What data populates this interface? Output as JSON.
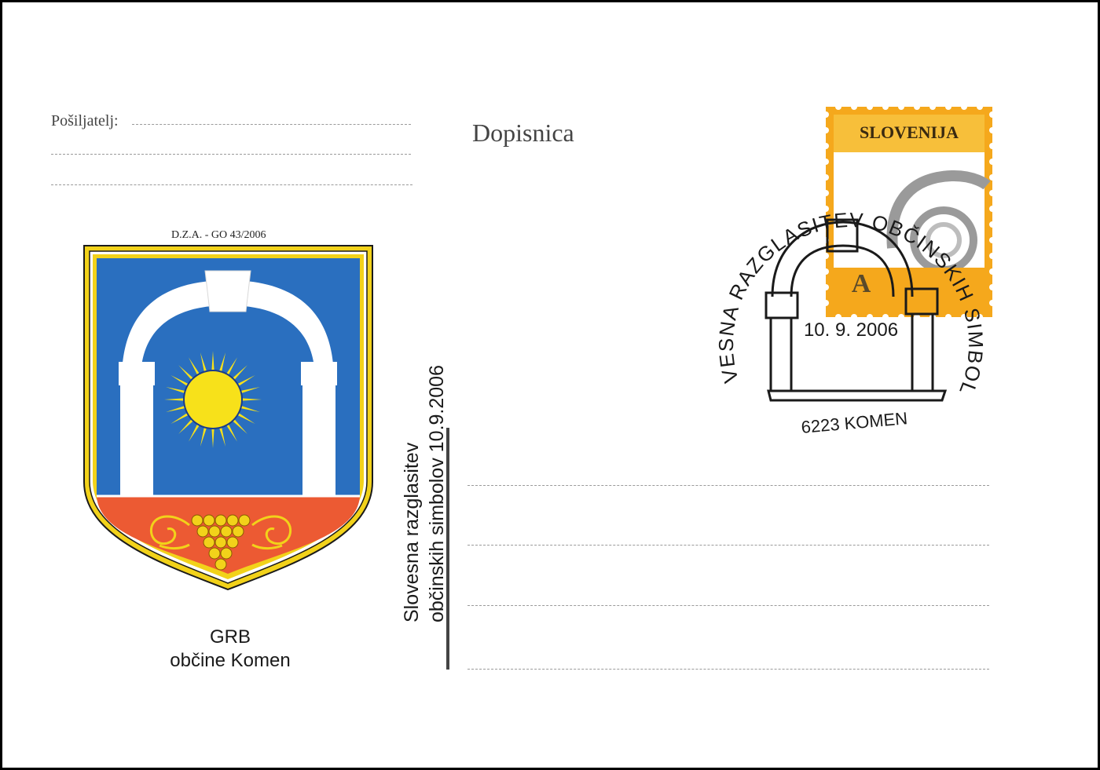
{
  "sender": {
    "label": "Pošiljatelj:"
  },
  "heading": "Dopisnica",
  "ref_code": "D.Z.A. - GO 43/2006",
  "caption": {
    "line1": "GRB",
    "line2": "občine Komen"
  },
  "side_text": {
    "line1": "Slovesna razglasitev",
    "line2": "občinskih simbolov 10.9.2006"
  },
  "stamp": {
    "country": "SLOVENIJA",
    "rate": "A",
    "colors": {
      "frame": "#f5a81c",
      "accent": "#f7bf3a",
      "swirl": "#9a9a9a"
    }
  },
  "postmark": {
    "arc_text": "SLOVESNA RAZGLASITEV OBČINSKIH SIMBOLOV",
    "date": "10. 9. 2006",
    "place": "6223 KOMEN"
  },
  "coat_of_arms": {
    "colors": {
      "gold": "#f2d21a",
      "blue": "#2a6fbf",
      "red": "#ec5a33",
      "arch": "#ffffff",
      "sun": "#f7e11a"
    }
  }
}
